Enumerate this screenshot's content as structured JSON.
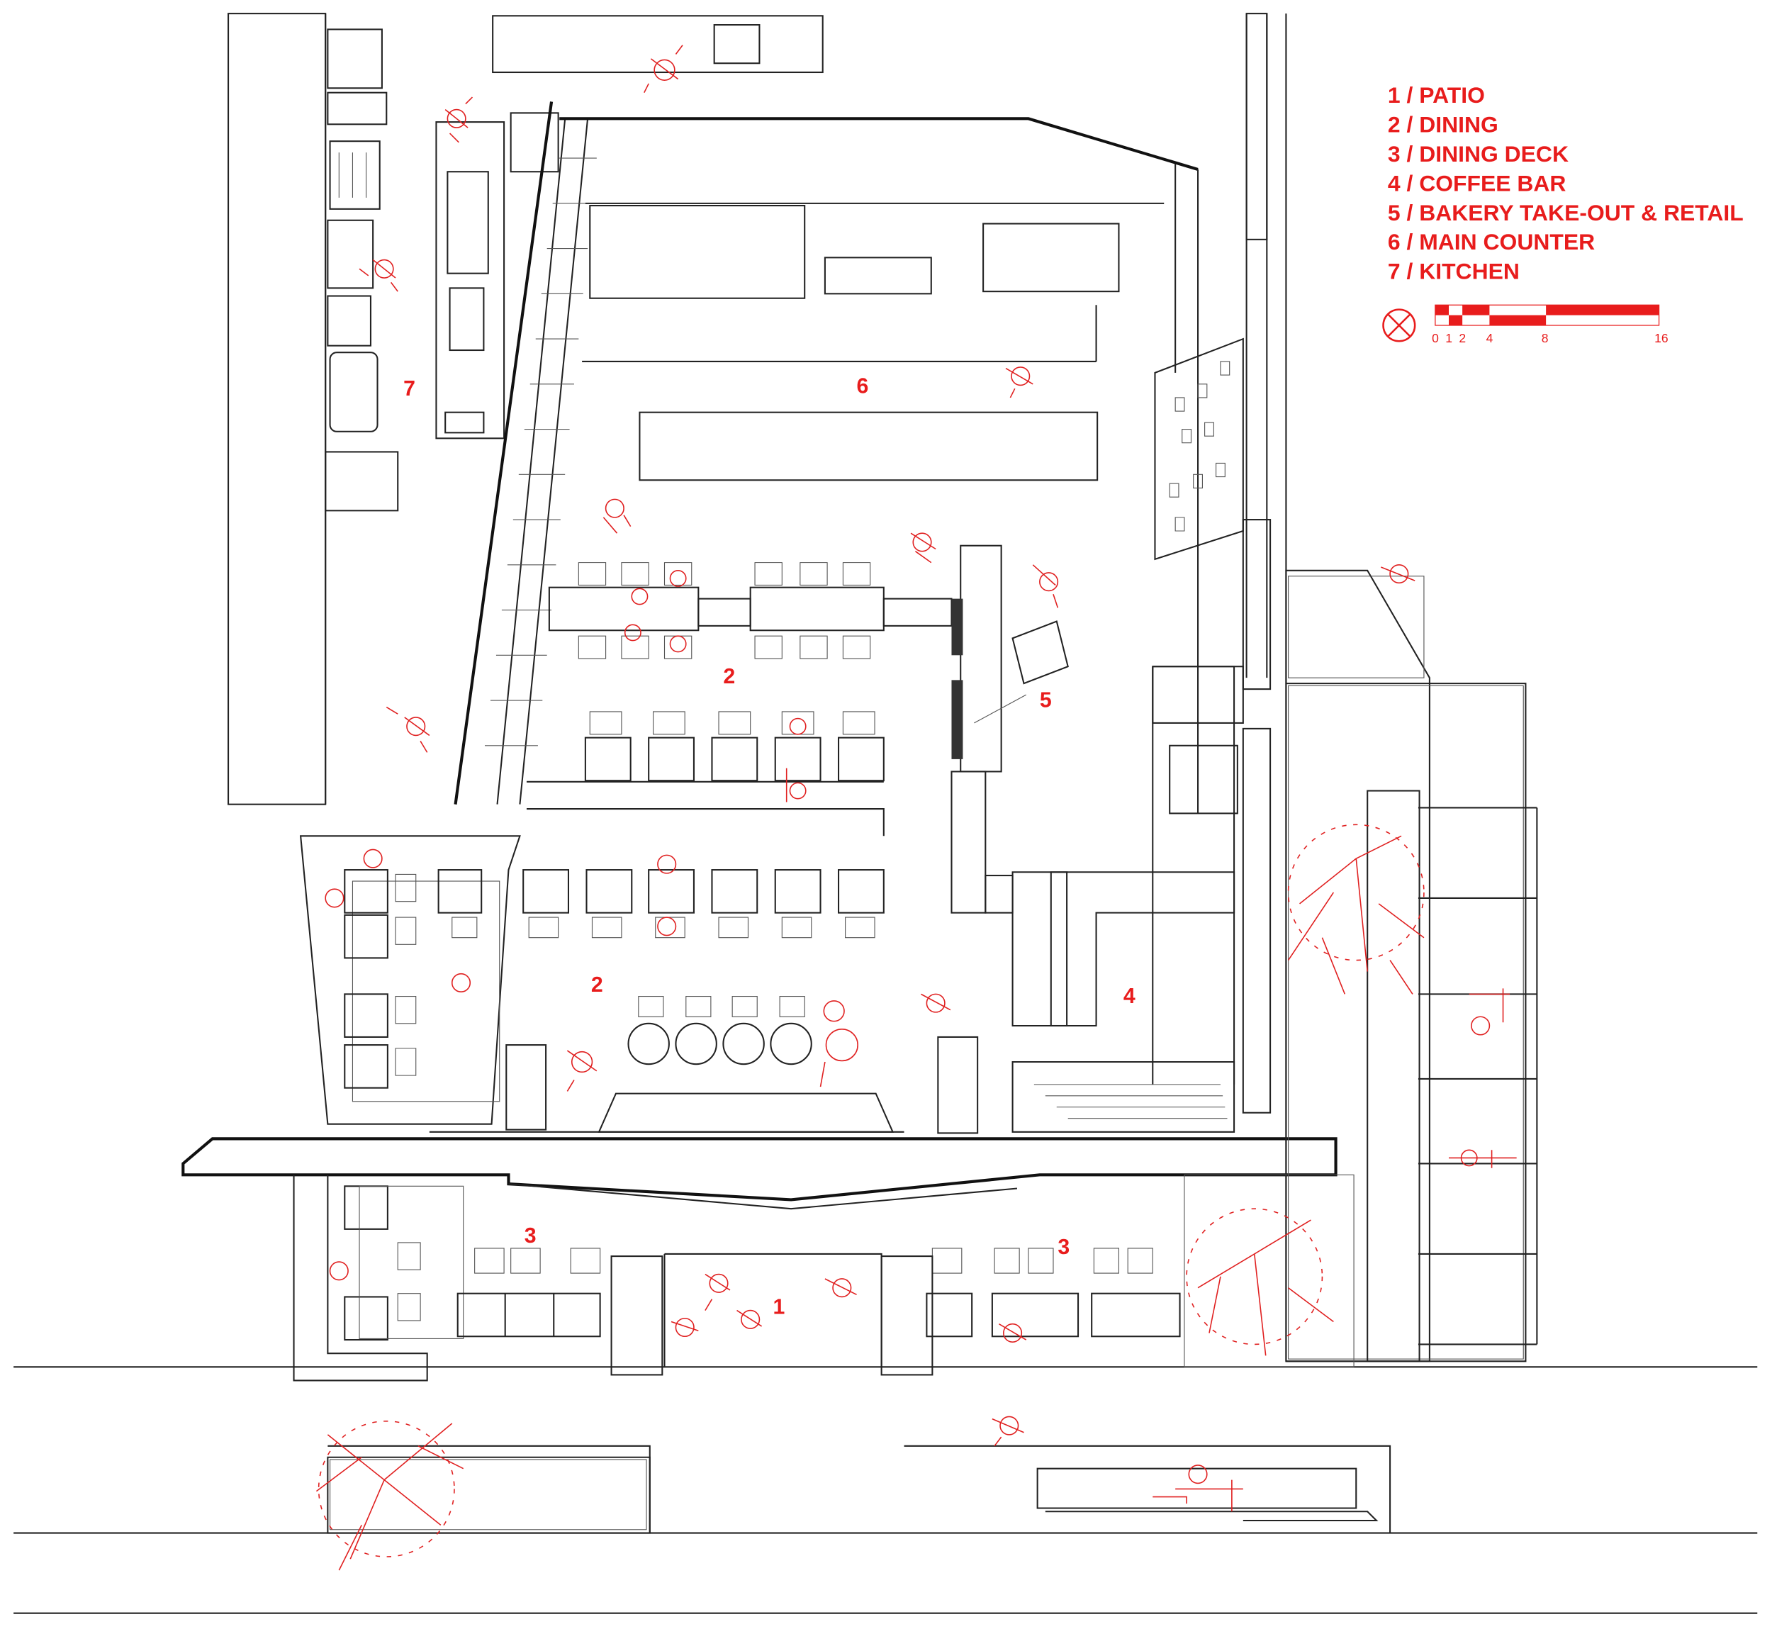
{
  "legend": {
    "items": [
      "1 / PATIO",
      "2 / DINING",
      "3 / DINING DECK",
      "4 / COFFEE BAR",
      "5 / BAKERY TAKE-OUT & RETAIL",
      "6 / MAIN COUNTER",
      "7 / KITCHEN"
    ]
  },
  "scale_bar": {
    "ticks": [
      "0",
      "1",
      "2",
      "4",
      "8",
      "16"
    ]
  },
  "room_labels": [
    {
      "id": "kitchen",
      "text": "7"
    },
    {
      "id": "main-counter",
      "text": "6"
    },
    {
      "id": "dining-upper",
      "text": "2"
    },
    {
      "id": "bakery",
      "text": "5"
    },
    {
      "id": "dining-lower",
      "text": "2"
    },
    {
      "id": "coffee-bar",
      "text": "4"
    },
    {
      "id": "deck-left",
      "text": "3"
    },
    {
      "id": "deck-right",
      "text": "3"
    },
    {
      "id": "patio",
      "text": "1"
    }
  ],
  "colors": {
    "annotation": "#e81c1c",
    "linework": "#222222",
    "background": "#ffffff"
  }
}
